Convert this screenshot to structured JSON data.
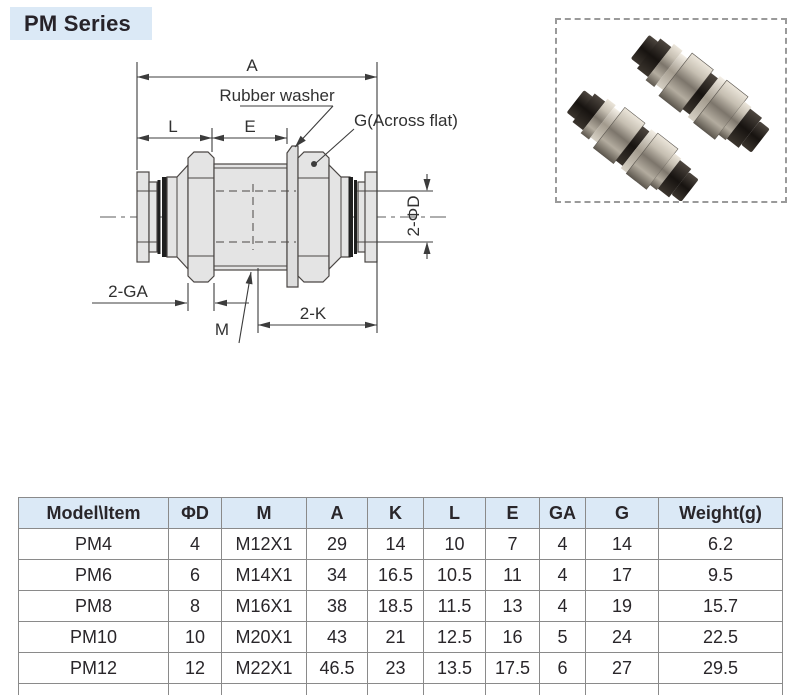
{
  "page": {
    "title": "PM Series"
  },
  "colors": {
    "accent_bg": "#dbe9f6"
  },
  "diagram": {
    "labels": {
      "dim_a": "A",
      "rubber_washer": "Rubber washer",
      "across_flat": "G(Across flat)",
      "dim_l": "L",
      "dim_e": "E",
      "dim_2_phi_d": "2-ΦD",
      "dim_2_ga": "2-GA",
      "dim_m": "M",
      "dim_2_k": "2-K"
    }
  },
  "table": {
    "columns": [
      "Model\\Item",
      "ΦD",
      "M",
      "A",
      "K",
      "L",
      "E",
      "GA",
      "G",
      "Weight(g)"
    ],
    "rows": [
      [
        "PM4",
        "4",
        "M12X1",
        "29",
        "14",
        "10",
        "7",
        "4",
        "14",
        "6.2"
      ],
      [
        "PM6",
        "6",
        "M14X1",
        "34",
        "16.5",
        "10.5",
        "11",
        "4",
        "17",
        "9.5"
      ],
      [
        "PM8",
        "8",
        "M16X1",
        "38",
        "18.5",
        "11.5",
        "13",
        "4",
        "19",
        "15.7"
      ],
      [
        "PM10",
        "10",
        "M20X1",
        "43",
        "21",
        "12.5",
        "16",
        "5",
        "24",
        "22.5"
      ],
      [
        "PM12",
        "12",
        "M22X1",
        "46.5",
        "23",
        "13.5",
        "17.5",
        "6",
        "27",
        "29.5"
      ]
    ]
  }
}
